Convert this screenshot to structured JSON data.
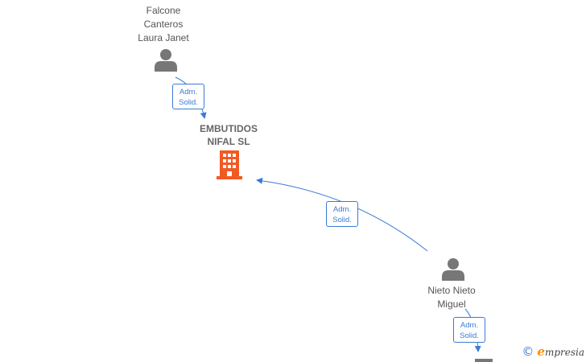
{
  "nodes": {
    "person_top": {
      "name_lines": [
        "Falcone",
        "Canteros",
        "Laura Janet"
      ],
      "icon": "person-icon"
    },
    "company": {
      "name_lines": [
        "EMBUTIDOS",
        "NIFAL  SL"
      ],
      "icon": "building-icon"
    },
    "person_bottom": {
      "name_lines": [
        "Nieto Nieto",
        "Miguel"
      ],
      "icon": "person-icon"
    }
  },
  "edges": [
    {
      "id": "edge-top",
      "label_lines": [
        "Adm.",
        "Solid."
      ]
    },
    {
      "id": "edge-middle",
      "label_lines": [
        "Adm.",
        "Solid."
      ]
    },
    {
      "id": "edge-bottom",
      "label_lines": [
        "Adm.",
        "Solid."
      ]
    }
  ],
  "colors": {
    "person": "#777777",
    "company": "#f15a24",
    "edge": "#3a7bd5"
  },
  "brand": {
    "copyright": "©",
    "e": "e",
    "rest": "mpresia"
  }
}
